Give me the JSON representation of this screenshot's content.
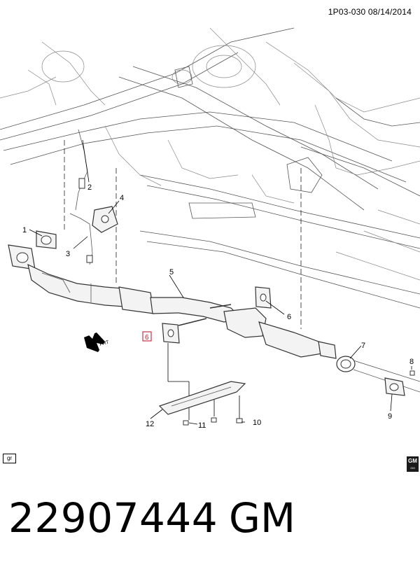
{
  "header": {
    "code": "1P03-030  08/14/2014"
  },
  "callouts": [
    {
      "id": "c1",
      "label": "1"
    },
    {
      "id": "c2",
      "label": "2"
    },
    {
      "id": "c3",
      "label": "3"
    },
    {
      "id": "c4",
      "label": "4"
    },
    {
      "id": "c5",
      "label": "5"
    },
    {
      "id": "c6a",
      "label": "6"
    },
    {
      "id": "c6b",
      "label": "6"
    },
    {
      "id": "c7",
      "label": "7"
    },
    {
      "id": "c8",
      "label": "8"
    },
    {
      "id": "c9",
      "label": "9"
    },
    {
      "id": "c10",
      "label": "10"
    },
    {
      "id": "c11",
      "label": "11"
    },
    {
      "id": "c12",
      "label": "12"
    }
  ],
  "front_arrow": {
    "label": "FRT"
  },
  "badges": {
    "gr": "gr",
    "gm_logo": "GM",
    "gm_logo_sub": "GM"
  },
  "footer": {
    "part_number": "22907444",
    "brand": "GM"
  },
  "colors": {
    "highlight": "#c0243b",
    "line": "#555555"
  },
  "icons": [
    "front-direction-arrow-icon",
    "gm-logo-icon"
  ]
}
